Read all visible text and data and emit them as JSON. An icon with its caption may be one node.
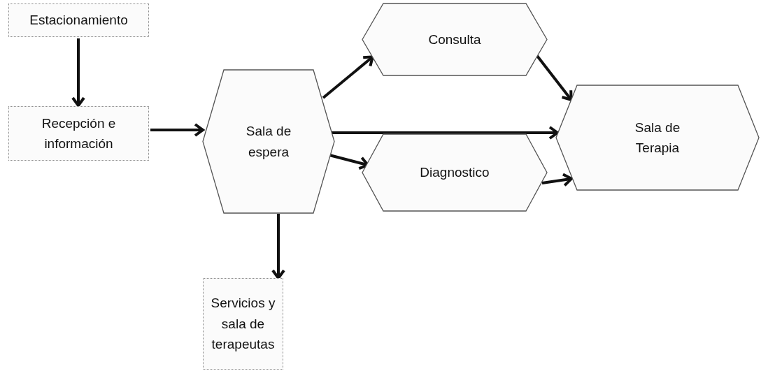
{
  "diagram": {
    "nodes": [
      {
        "text": [
          "Estacionamiento"
        ]
      },
      {
        "text": [
          "Recepción e información"
        ]
      },
      {
        "text": [
          "Sala de espera"
        ]
      },
      {
        "text": [
          "Consulta"
        ]
      },
      {
        "text": [
          "Sala de Terapia"
        ]
      },
      {
        "text": [
          "Diagnostico"
        ]
      },
      {
        "text": [
          "Servicios y sala de terapeutas"
        ]
      }
    ],
    "edges": [
      {
        "from": 0,
        "to": 1,
        "arrow": "to"
      },
      {
        "from": 1,
        "to": 2,
        "arrow": "to"
      },
      {
        "from": 2,
        "to": 3,
        "arrow": "to"
      },
      {
        "from": 2,
        "to": 4,
        "arrow": "to"
      },
      {
        "from": 2,
        "to": 5,
        "arrow": "to"
      },
      {
        "from": 3,
        "to": 4,
        "arrow": "to"
      },
      {
        "from": 5,
        "to": 4,
        "arrow": "to"
      },
      {
        "from": 2,
        "to": 6,
        "arrow": "to"
      }
    ]
  }
}
